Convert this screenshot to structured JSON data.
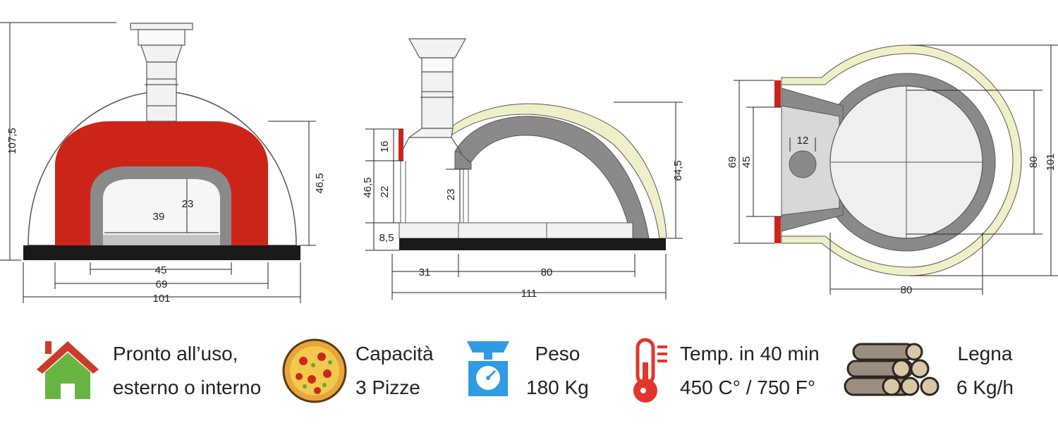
{
  "front_view": {
    "dim_total_height": "107,5",
    "dim_dome_height": "46,5",
    "dim_mouth_width": "39",
    "dim_mouth_height": "23",
    "dim_floor_width": "45",
    "dim_inner_width": "69",
    "dim_total_width": "101"
  },
  "side_view": {
    "dim_mouth_top": "16",
    "dim_total_height": "46,5",
    "dim_mouth_height": "22",
    "dim_inner_mouth": "23",
    "dim_dome_height": "64,5",
    "dim_base": "8,5",
    "dim_entry": "31",
    "dim_depth": "80",
    "dim_total_length": "111"
  },
  "top_view": {
    "dim_front_width": "69",
    "dim_mouth_width": "45",
    "dim_flue": "12",
    "dim_inner_diameter": "80",
    "dim_outer_width": "101",
    "dim_bottom": "80"
  },
  "features": [
    {
      "icon": "house-icon",
      "line1": "Pronto all’uso,",
      "line2": "esterno o interno"
    },
    {
      "icon": "pizza-icon",
      "line1": "Capacità",
      "line2": "3 Pizze"
    },
    {
      "icon": "scale-icon",
      "line1": "Peso",
      "line2": "180 Kg"
    },
    {
      "icon": "thermometer-icon",
      "line1": "Temp. in 40 min",
      "line2": "450 C° / 750 F°"
    },
    {
      "icon": "firewood-icon",
      "line1": "Legna",
      "line2": "6 Kg/h"
    }
  ],
  "colors": {
    "refractory_red": "#cc2418",
    "insulation_cream": "#f0f0c8",
    "dark_base": "#1a1a1a",
    "grey_dome": "#8a8a8a",
    "house_green": "#66b540",
    "roof_red": "#cc3a2a",
    "scale_blue": "#2f9be0",
    "thermo_red": "#e2362a"
  }
}
